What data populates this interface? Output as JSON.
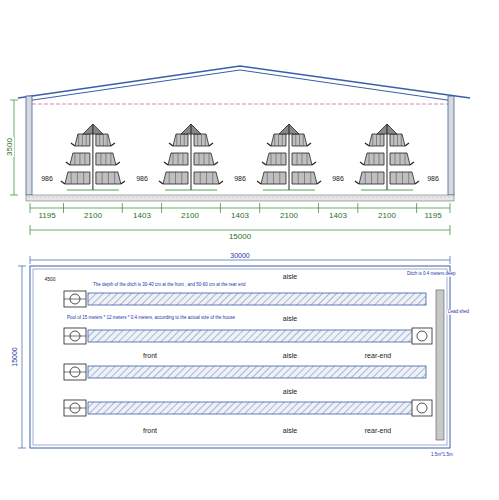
{
  "diagram": {
    "labels": [
      "3500",
      "986",
      "986",
      "986",
      "986",
      "986",
      "1195",
      "2100",
      "1403",
      "2100",
      "1403",
      "2100",
      "1403",
      "2100",
      "1195",
      "15000",
      "30000",
      "15000",
      "Ditch is 0.4 meters deep",
      "4500",
      "The depth of the ditch is 30-40 cm at the front , and 50-60 cm at the rear end",
      "aisle",
      "Lead shed",
      "Pool of 15 meters * 12 meters * 0.4 meters, according to the actual size of the house",
      "aisle",
      "front",
      "aisle",
      "rear-end",
      "aisle",
      "front",
      "aisle",
      "rear-end",
      "1.5m*1.5m"
    ]
  }
}
